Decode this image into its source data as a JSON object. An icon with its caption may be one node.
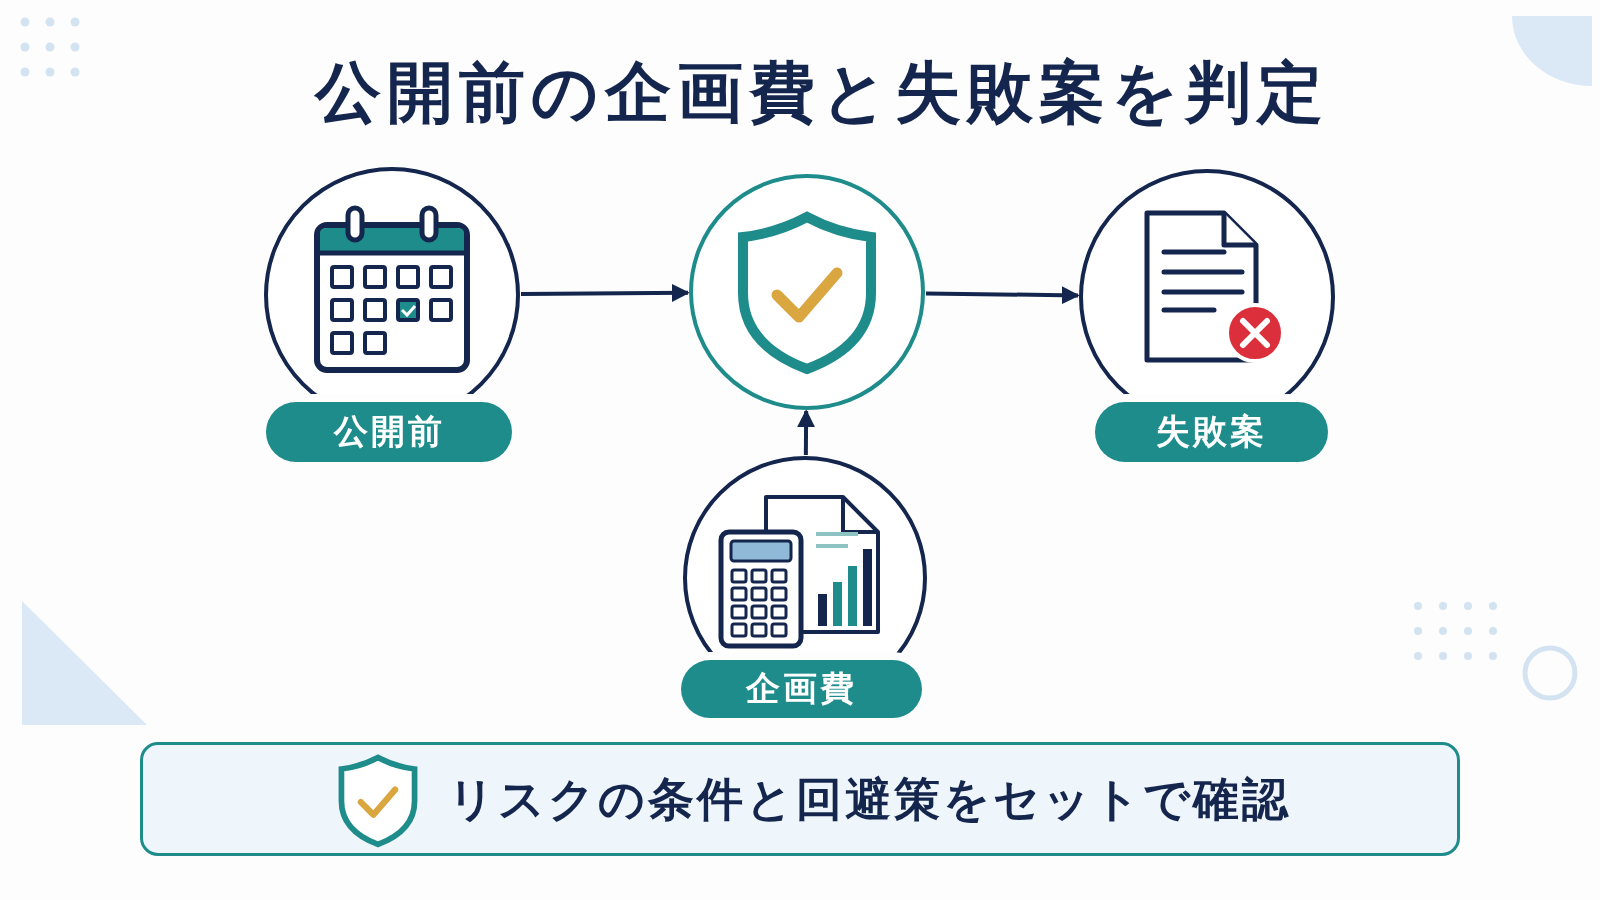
{
  "diagram": {
    "title": "公開前の企画費と失敗案を判定",
    "nodes": [
      {
        "text": [
          "公開前"
        ]
      },
      {
        "text": [],
        "shape": "circle"
      },
      {
        "text": [
          "失敗案"
        ]
      },
      {
        "text": [
          "企画費"
        ]
      },
      {
        "text": [
          "リスクの条件と回避策をセットで確認"
        ]
      }
    ],
    "edges": [
      {
        "from": 0,
        "to": 1,
        "arrow": "to"
      },
      {
        "from": 1,
        "to": 2,
        "arrow": "to"
      },
      {
        "from": 3,
        "to": 1,
        "arrow": "to"
      }
    ]
  }
}
